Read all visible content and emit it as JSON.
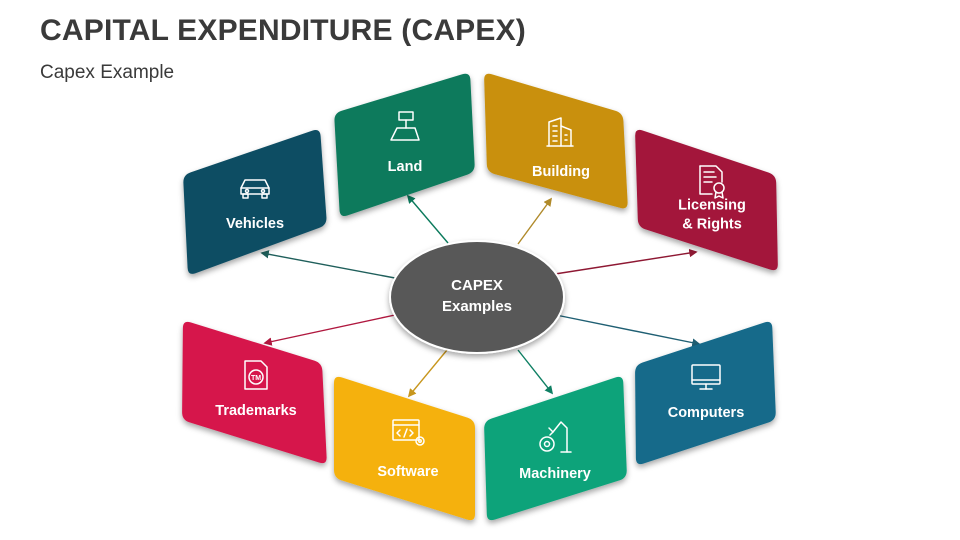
{
  "header": {
    "title": "CAPITAL EXPENDITURE (CAPEX)",
    "subtitle": "Capex Example"
  },
  "center": {
    "line1": "CAPEX",
    "line2": "Examples",
    "color": "#595959"
  },
  "cards": [
    {
      "id": "vehicles",
      "lines": [
        "Vehicles"
      ],
      "color": "#0E4D64",
      "arrow": "#1F5F5B",
      "icon": "car-icon"
    },
    {
      "id": "land",
      "lines": [
        "Land"
      ],
      "color": "#0B7A5C",
      "arrow": "#0B7A5C",
      "icon": "land-plot-icon"
    },
    {
      "id": "building",
      "lines": [
        "Building"
      ],
      "color": "#C9900A",
      "arrow": "#B08A2A",
      "icon": "building-icon"
    },
    {
      "id": "licensing",
      "lines": [
        "Licensing",
        "& Rights"
      ],
      "color": "#A3123A",
      "arrow": "#8E1833",
      "icon": "certificate-icon"
    },
    {
      "id": "trademarks",
      "lines": [
        "Trademarks"
      ],
      "color": "#D6174C",
      "arrow": "#B0183F",
      "icon": "trademark-icon"
    },
    {
      "id": "software",
      "lines": [
        "Software"
      ],
      "color": "#F5B10A",
      "arrow": "#C7961D",
      "icon": "code-gear-icon"
    },
    {
      "id": "machinery",
      "lines": [
        "Machinery"
      ],
      "color": "#0CA37A",
      "arrow": "#0E7F63",
      "icon": "robot-arm-icon"
    },
    {
      "id": "computers",
      "lines": [
        "Computers"
      ],
      "color": "#126A8A",
      "arrow": "#1F5F73",
      "icon": "monitor-icon"
    }
  ]
}
